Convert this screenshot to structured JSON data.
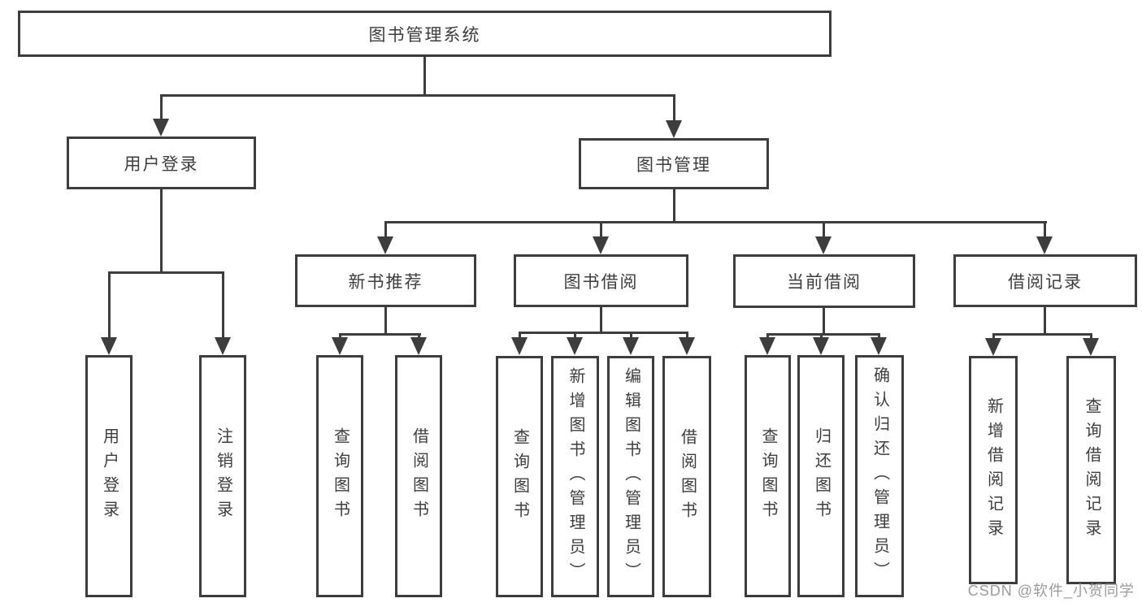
{
  "diagram": {
    "root": {
      "label": "图书管理系统"
    },
    "children": [
      {
        "label": "用户登录",
        "children": [
          {
            "label": "用户登录"
          },
          {
            "label": "注销登录"
          }
        ]
      },
      {
        "label": "图书管理",
        "children": [
          {
            "label": "新书推荐",
            "children": [
              {
                "label": "查询图书"
              },
              {
                "label": "借阅图书"
              }
            ]
          },
          {
            "label": "图书借阅",
            "children": [
              {
                "label": "查询图书"
              },
              {
                "label": "新增图书（管理员）"
              },
              {
                "label": "编辑图书（管理员）"
              },
              {
                "label": "借阅图书"
              }
            ]
          },
          {
            "label": "当前借阅",
            "children": [
              {
                "label": "查询图书"
              },
              {
                "label": "归还图书"
              },
              {
                "label": "确认归还（管理员）"
              }
            ]
          },
          {
            "label": "借阅记录",
            "children": [
              {
                "label": "新增借阅记录"
              },
              {
                "label": "查询借阅记录"
              }
            ]
          }
        ]
      }
    ]
  },
  "watermark": {
    "text": "CSDN @软件_小贺同学"
  },
  "colors": {
    "line": "#3d3d3d",
    "text": "#3d3d3d",
    "box_background": "#ffffff",
    "watermark": "#9a9a9a",
    "background": "#ffffff"
  }
}
